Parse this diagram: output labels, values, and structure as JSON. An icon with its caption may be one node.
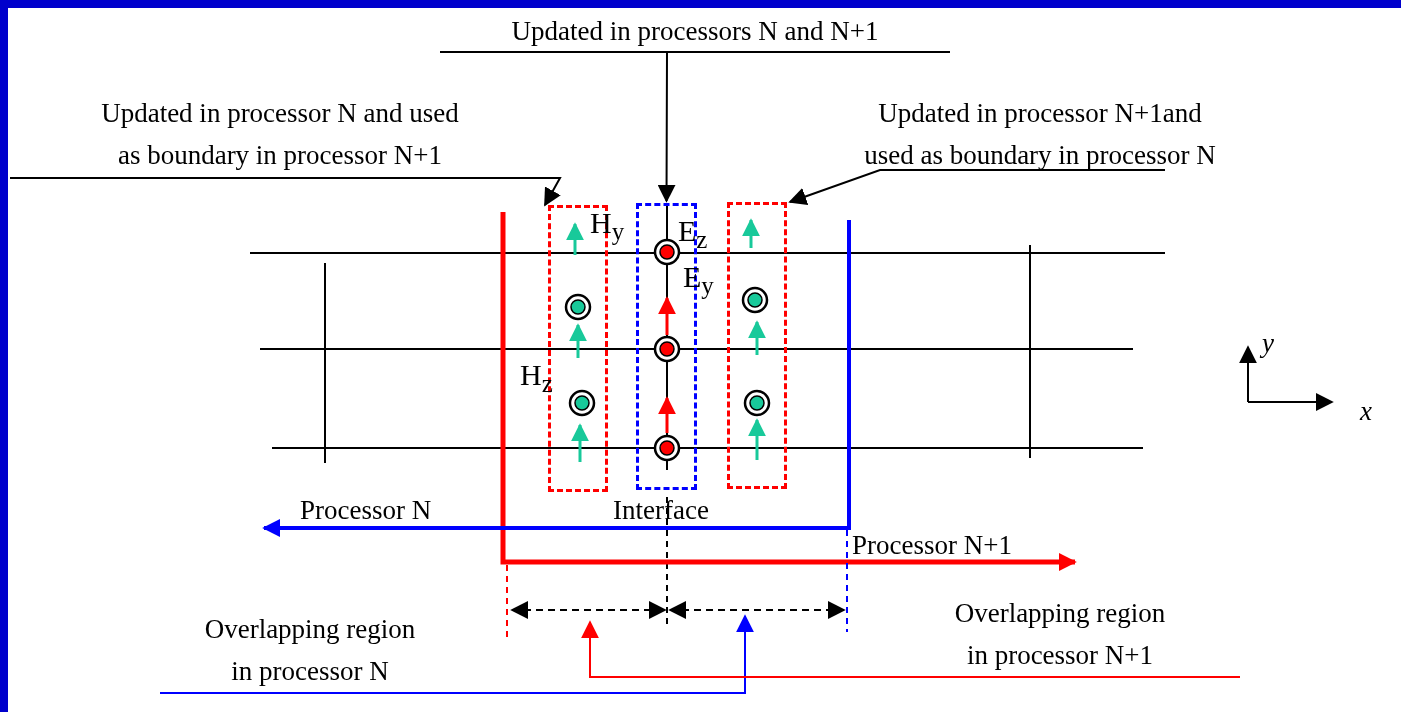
{
  "diagram": {
    "nodes": [
      {
        "text": [
          "Updated in processors N and N+1"
        ]
      },
      {
        "text": [
          "Updated in processor N and used as boundary in processor N+1"
        ]
      },
      {
        "text": [
          "Updated in processor N+1and used as boundary in processor N"
        ]
      },
      {
        "text": [],
        "shape": "box"
      },
      {
        "text": [],
        "shape": "box"
      },
      {
        "text": [],
        "shape": "box"
      },
      {
        "text": [
          "Overlapping region in processor N"
        ]
      },
      {
        "text": [
          "Overlapping region in processor N+1"
        ]
      }
    ],
    "edges": [
      {
        "from": 1,
        "to": 3,
        "arrow": "to"
      },
      {
        "from": 0,
        "to": 4,
        "arrow": "to"
      },
      {
        "from": 2,
        "to": 5,
        "arrow": "to"
      },
      {
        "from": 6,
        "to": null,
        "arrow": "to",
        "color": "#0000ff"
      },
      {
        "from": 7,
        "to": null,
        "arrow": "to",
        "color": "#ff0000"
      }
    ],
    "labels": [
      "H$_{y}$",
      "E$_{z}$",
      "E$_{y}$",
      "H$_{z}$",
      "y",
      "x",
      "Processor N",
      "Interface",
      "Processor N+1"
    ]
  }
}
